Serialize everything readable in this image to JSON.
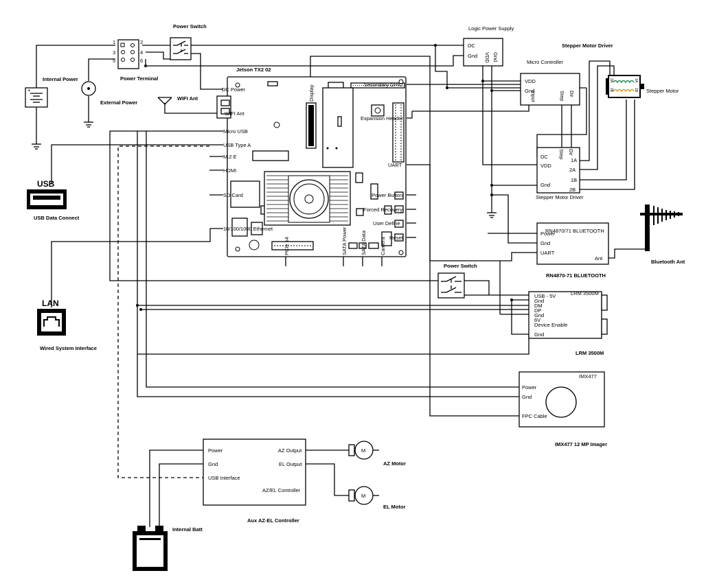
{
  "labels": {
    "power_switch_top": "Power Switch",
    "power_switch_mid": "Power Switch",
    "internal_power": "Internal Power",
    "external_power": "External Power",
    "power_terminal": "Power Terminal",
    "terminal_pins": [
      "1",
      "2",
      "3",
      "4",
      "5",
      "6"
    ],
    "wifi_ant": "WIFI Ant",
    "usb_icon_text": "USB",
    "usb_data_connect": "USB Data Connect",
    "lan_icon_text": "LAN",
    "wired_system_interface": "Wired System Interface",
    "jetson_title": "Jetson TX2 02",
    "logic_power_supply": "Logic Power Supply",
    "micro_controller": "Micro Controller",
    "stepper_motor_driver_top": "Stepper Motor Driver",
    "stepper_motor": "Stepper Motor",
    "stepper_motor_driver_caption": "Stepper Motor Driver",
    "bluetooth_caption": "RN4870-71 BLUETOOTH",
    "bluetooth_ant": "Bluetooth Ant",
    "lrm_caption": "LRM 3500M",
    "imx_caption": "IMX477 12 MP Imager",
    "aux_caption": "Aux AZ-EL Controller",
    "az_motor": "AZ Motor",
    "el_motor": "EL Motor",
    "internal_batt": "Internal Batt",
    "motor_symbol": "M"
  },
  "jetson_ports_left": [
    "DC Power",
    "WIFI Ant",
    "Micro USB",
    "USB Type A",
    "M.2 E",
    "HDMI",
    "SD Card",
    "10/100/1000 Ethernet"
  ],
  "jetson_ports_right": [
    "Secondary GPIO",
    "Expansion Header",
    "UART",
    "Power Button",
    "Forced Recovery",
    "User Define",
    "Reset"
  ],
  "jetson_ports_vertical": [
    "Display",
    "PCIe x4",
    "SATA Power",
    "SATA Data",
    "Camera"
  ],
  "logic_ps": {
    "dc": "DC",
    "gnd": "Gnd",
    "vdd": "VDD",
    "gnd2": "Gnd"
  },
  "mcu": {
    "vdd": "VDD",
    "gnd": "Gnd",
    "input": "Input",
    "step": "Step",
    "dir": "Dir"
  },
  "smd": {
    "dc": "DC",
    "vdd": "VDD",
    "gnd": "Gnd",
    "step": "Step",
    "dir": "Dir",
    "a1": "1A",
    "a2": "2A",
    "b1": "1B",
    "b2": "2B"
  },
  "stepper_coil_pins": [
    "2A",
    "1A",
    "2B",
    "1B"
  ],
  "bt": {
    "title": "RN4870/71 BLUETOOTH",
    "power": "Power",
    "gnd": "Gnd",
    "uart": "UART",
    "ant": "Ant"
  },
  "lrm": {
    "title": "LRM 3500M",
    "pins": [
      "USB - 5V",
      "Gnd",
      "DM",
      "DP",
      "Gnd",
      "6V",
      "Device Enable",
      "Gnd"
    ]
  },
  "imx": {
    "title": "IMX477",
    "power": "Power",
    "gnd": "Gnd",
    "fpc": "FPC Cable"
  },
  "aux": {
    "power": "Power",
    "gnd": "Gnd",
    "usb": "USB Interface",
    "az_out": "AZ Output",
    "el_out": "EL Output",
    "title": "AZ/EL Controller"
  }
}
